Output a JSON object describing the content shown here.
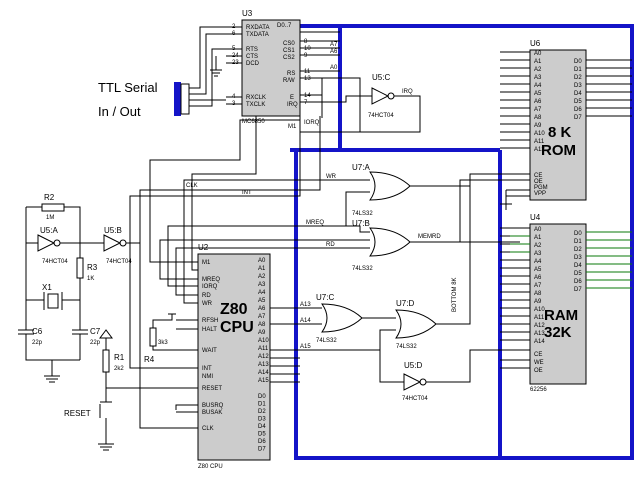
{
  "notes": {
    "ttl_line1": "TTL Serial",
    "ttl_line2": "In / Out"
  },
  "u3": {
    "ref": "U3",
    "part": "MC6850",
    "left_pins": [
      "RXDATA",
      "TXDATA",
      "RTS",
      "CTS",
      "DCD",
      "RXCLK",
      "TXCLK"
    ],
    "right_pins": [
      "D0..7",
      "CS0",
      "CS1",
      "CS2",
      "RS",
      "R/W",
      "E",
      "IRQ"
    ],
    "pin_nums": [
      "2",
      "6",
      "5",
      "24",
      "23",
      "4",
      "3",
      "8",
      "10",
      "9",
      "11",
      "13",
      "14",
      "7"
    ]
  },
  "u6": {
    "ref": "U6",
    "title1": "8 K",
    "title2": "ROM",
    "left_pins": [
      "A0",
      "A1",
      "A2",
      "A3",
      "A4",
      "A5",
      "A6",
      "A7",
      "A8",
      "A9",
      "A10",
      "A11",
      "A12",
      "CE",
      "OE",
      "PGM",
      "VPP"
    ],
    "right_pins": [
      "D0",
      "D1",
      "D2",
      "D3",
      "D4",
      "D5",
      "D6",
      "D7"
    ]
  },
  "u4": {
    "ref": "U4",
    "title1": "RAM",
    "title2": "32K",
    "part": "62256",
    "left_pins": [
      "A0",
      "A1",
      "A2",
      "A3",
      "A4",
      "A5",
      "A6",
      "A7",
      "A8",
      "A9",
      "A10",
      "A11",
      "A12",
      "A13",
      "A14",
      "CE",
      "WE",
      "OE"
    ],
    "right_pins": [
      "D0",
      "D1",
      "D2",
      "D3",
      "D4",
      "D5",
      "D6",
      "D7"
    ]
  },
  "u2": {
    "ref": "U2",
    "title1": "Z80",
    "title2": "CPU",
    "part": "Z80 CPU",
    "left_pins": [
      "M1",
      "MREQ",
      "IORQ",
      "RD",
      "WR",
      "RFSH",
      "HALT",
      "WAIT",
      "INT",
      "NMI",
      "RESET",
      "BUSRQ",
      "BUSAK",
      "CLK"
    ],
    "right_pins": [
      "A0",
      "A1",
      "A2",
      "A3",
      "A4",
      "A5",
      "A6",
      "A7",
      "A8",
      "A9",
      "A10",
      "A11",
      "A12",
      "A13",
      "A14",
      "A15",
      "D0",
      "D1",
      "D2",
      "D3",
      "D4",
      "D5",
      "D6",
      "D7"
    ]
  },
  "gates": {
    "u5c": {
      "ref": "U5:C",
      "part": "74HCT04"
    },
    "u5a": {
      "ref": "U5:A",
      "part": "74HCT04"
    },
    "u5b": {
      "ref": "U5:B",
      "part": "74HCT04"
    },
    "u5d": {
      "ref": "U5:D",
      "part": "74HCT04"
    },
    "u7a": {
      "ref": "U7:A",
      "part": "74LS32"
    },
    "u7b": {
      "ref": "U7:B",
      "part": "74LS32"
    },
    "u7c": {
      "ref": "U7:C",
      "part": "74LS32"
    },
    "u7d": {
      "ref": "U7:D",
      "part": "74LS32"
    }
  },
  "passives": {
    "r2": {
      "ref": "R2",
      "value": "1M"
    },
    "r3": {
      "ref": "R3",
      "value": "1K"
    },
    "r1": {
      "ref": "R1",
      "value": "2k2"
    },
    "r4": {
      "ref": "R4",
      "value": "3k3"
    },
    "x1": {
      "ref": "X1"
    },
    "c6": {
      "ref": "C6",
      "value": "22p"
    },
    "c7": {
      "ref": "C7",
      "value": "22p"
    },
    "reset": {
      "label": "RESET"
    }
  },
  "nets": {
    "clk": "CLK",
    "int": "INT",
    "wr": "WR",
    "rd": "RD",
    "mreq": "MREQ",
    "memrd": "MEMRD",
    "iorq": "IORQ",
    "m1": "M1",
    "bottom": "BOTTOM 8K",
    "a7": "A7",
    "a6": "A6",
    "a0": "A0",
    "a13": "A13",
    "a14": "A14",
    "a15": "A15"
  }
}
